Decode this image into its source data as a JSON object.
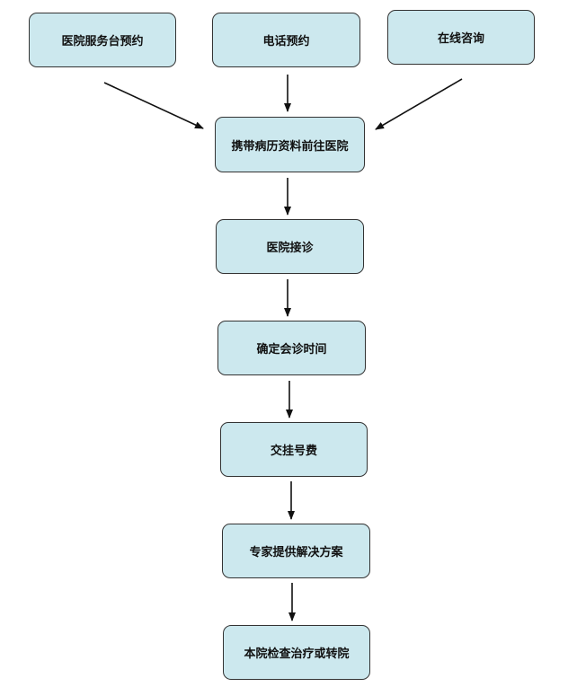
{
  "flowchart": {
    "entry_nodes": [
      "医院服务台预约",
      "电话预约",
      "在线咨询"
    ],
    "steps": [
      "携带病历资料前往医院",
      "医院接诊",
      "确定会诊时间",
      "交挂号费",
      "专家提供解决方案",
      "本院检查治疗或转院"
    ]
  },
  "colors": {
    "box_fill": "#cce8ee",
    "box_border": "#333333",
    "arrow": "#111111"
  }
}
